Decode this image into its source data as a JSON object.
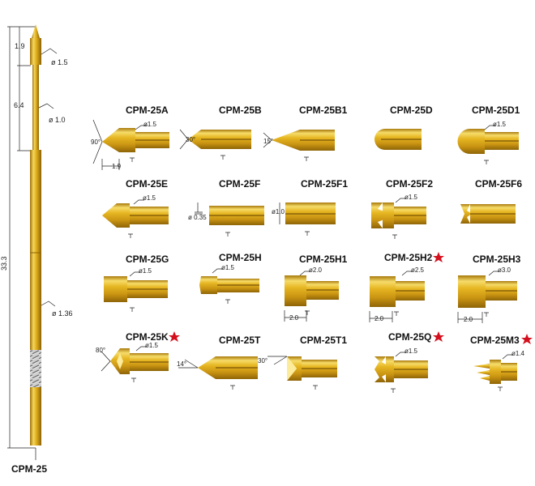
{
  "main_probe": {
    "name": "CPM-25",
    "dims": {
      "total": "33.3",
      "tip_len": "1.9",
      "seg_len": "6.4"
    },
    "diams": {
      "tip": "ø 1.5",
      "shaft": "ø 1.0",
      "barrel": "ø 1.36"
    }
  },
  "tips": [
    {
      "name": "CPM-25A",
      "star": false,
      "diam": "ø1.5",
      "angle": "90°",
      "length": "1.9"
    },
    {
      "name": "CPM-25B",
      "star": false,
      "angle": "30°"
    },
    {
      "name": "CPM-25B1",
      "star": false,
      "angle": "15°"
    },
    {
      "name": "CPM-25D",
      "star": false
    },
    {
      "name": "CPM-25D1",
      "star": false,
      "diam": "ø1.5"
    },
    {
      "name": "CPM-25E",
      "star": false,
      "diam": "ø1.5"
    },
    {
      "name": "CPM-25F",
      "star": false,
      "diam": "ø 0.35"
    },
    {
      "name": "CPM-25F1",
      "star": false,
      "diam": "ø1.0"
    },
    {
      "name": "CPM-25F2",
      "star": false,
      "diam": "ø1.5"
    },
    {
      "name": "CPM-25F6",
      "star": false
    },
    {
      "name": "CPM-25G",
      "star": false,
      "diam": "ø1.5"
    },
    {
      "name": "CPM-25H",
      "star": false,
      "diam": "ø1.5"
    },
    {
      "name": "CPM-25H1",
      "star": false,
      "diam": "ø2.0",
      "length": "2.0"
    },
    {
      "name": "CPM-25H2",
      "star": true,
      "diam": "ø2.5",
      "length": "2.0"
    },
    {
      "name": "CPM-25H3",
      "star": false,
      "diam": "ø3.0",
      "length": "2.0"
    },
    {
      "name": "CPM-25K",
      "star": true,
      "diam": "ø1.5",
      "angle": "80°"
    },
    {
      "name": "CPM-25T",
      "star": false,
      "angle": "14°"
    },
    {
      "name": "CPM-25T1",
      "star": false,
      "angle": "30°"
    },
    {
      "name": "CPM-25Q",
      "star": true,
      "diam": "ø1.5"
    },
    {
      "name": "CPM-25M3",
      "star": true,
      "diam": "ø1.4"
    }
  ],
  "colors": {
    "gold": "#e3b21f",
    "gold_light": "#f7e27a",
    "gold_dark": "#a8790c",
    "star": "#d4101e"
  }
}
